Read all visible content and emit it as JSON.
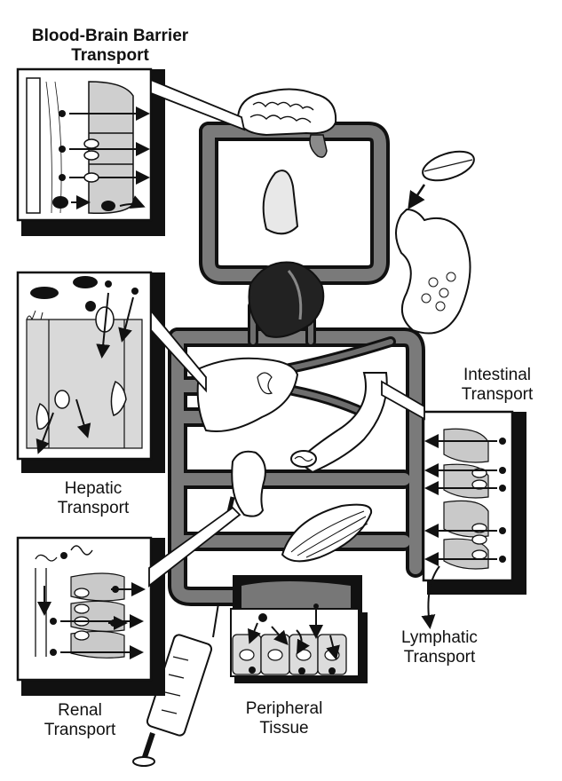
{
  "labels": {
    "bbb": {
      "line1": "Blood-Brain Barrier",
      "line2": "Transport"
    },
    "intestinal": {
      "line1": "Intestinal",
      "line2": "Transport"
    },
    "hepatic": {
      "line1": "Hepatic",
      "line2": "Transport"
    },
    "lymphatic": {
      "line1": "Lymphatic",
      "line2": "Transport"
    },
    "renal": {
      "line1": "Renal",
      "line2": "Transport"
    },
    "peripheral": {
      "line1": "Peripheral",
      "line2": "Tissue"
    }
  }
}
